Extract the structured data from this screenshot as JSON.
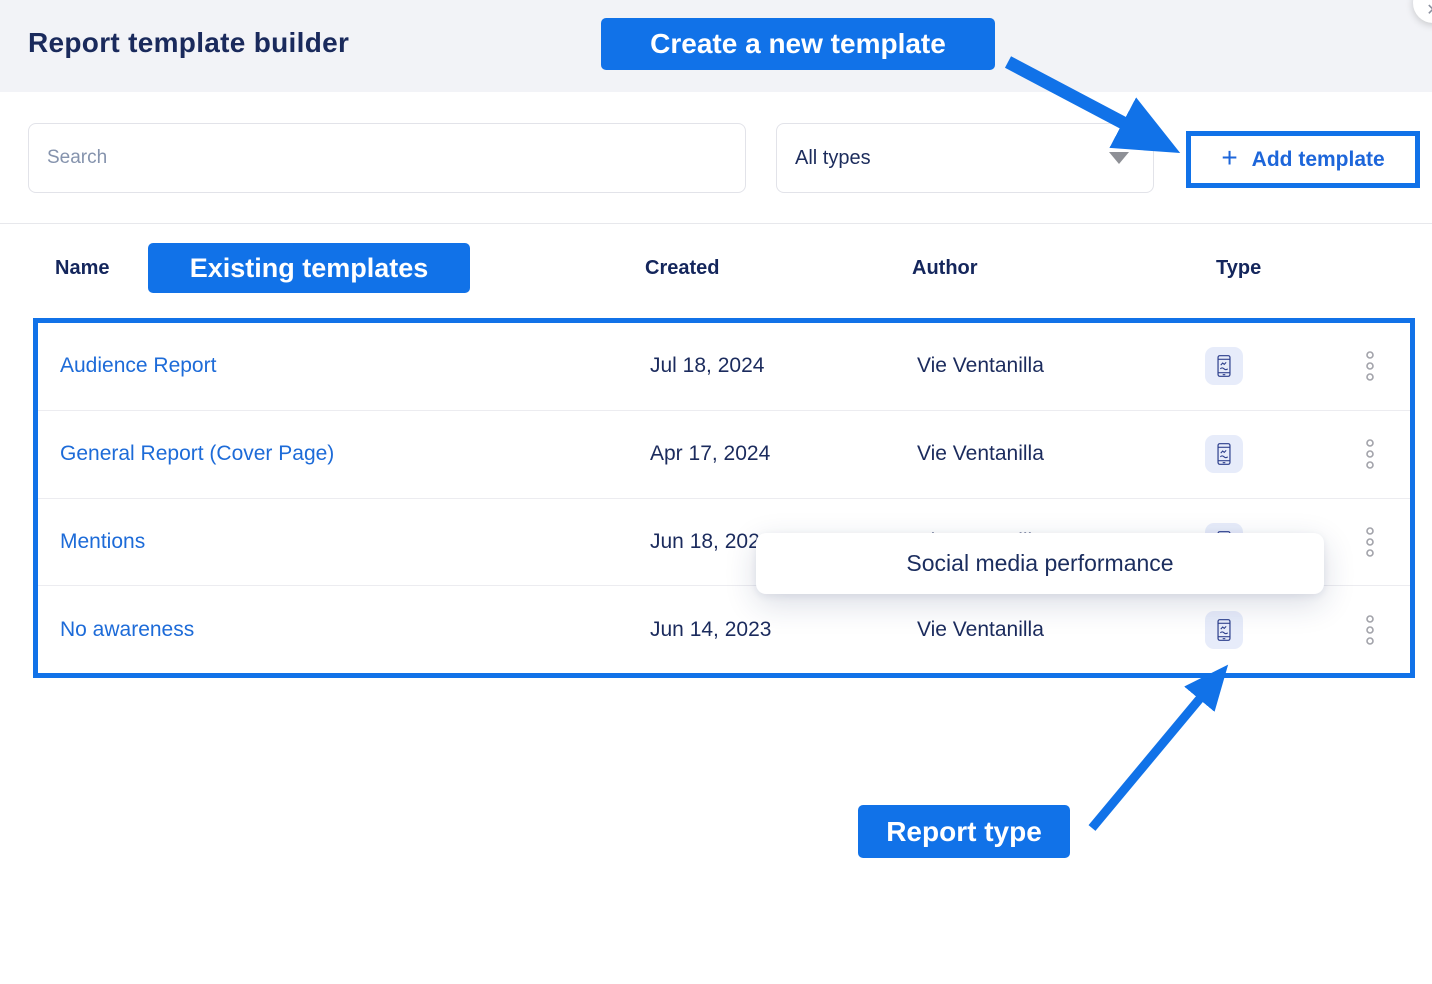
{
  "header": {
    "title": "Report template builder"
  },
  "toolbar": {
    "search_placeholder": "Search",
    "type_filter_value": "All types",
    "add_button_plus": "+",
    "add_button_label": "Add template"
  },
  "table": {
    "columns": [
      "Name",
      "Created",
      "Author",
      "Type"
    ],
    "rows": [
      {
        "name": "Audience Report",
        "created": "Jul 18, 2024",
        "author": "Vie Ventanilla",
        "type_icon": "mobile-report-icon"
      },
      {
        "name": "General Report (Cover Page)",
        "created": "Apr 17, 2024",
        "author": "Vie Ventanilla",
        "type_icon": "mobile-report-icon"
      },
      {
        "name": "Mentions",
        "created": "Jun 18, 2024",
        "author": "Vie Ventanilla",
        "type_icon": "mobile-report-icon"
      },
      {
        "name": "No awareness",
        "created": "Jun 14, 2023",
        "author": "Vie Ventanilla",
        "type_icon": "mobile-report-icon"
      }
    ]
  },
  "tooltip": {
    "text": "Social media performance"
  },
  "annotations": {
    "create_new_template": "Create a new template",
    "existing_templates": "Existing templates",
    "report_type": "Report type"
  },
  "icons": {
    "close": "✕",
    "caret": "dropdown-caret",
    "kebab": "three-dot-menu",
    "type": "mobile-report"
  },
  "colors": {
    "annotation_blue": "#1172e8",
    "link_blue": "#1d6bd8",
    "navy_text": "#16265a",
    "header_strip": "#f2f3f7",
    "type_chip_bg": "#e7ecfa",
    "divider": "#ececf0"
  }
}
